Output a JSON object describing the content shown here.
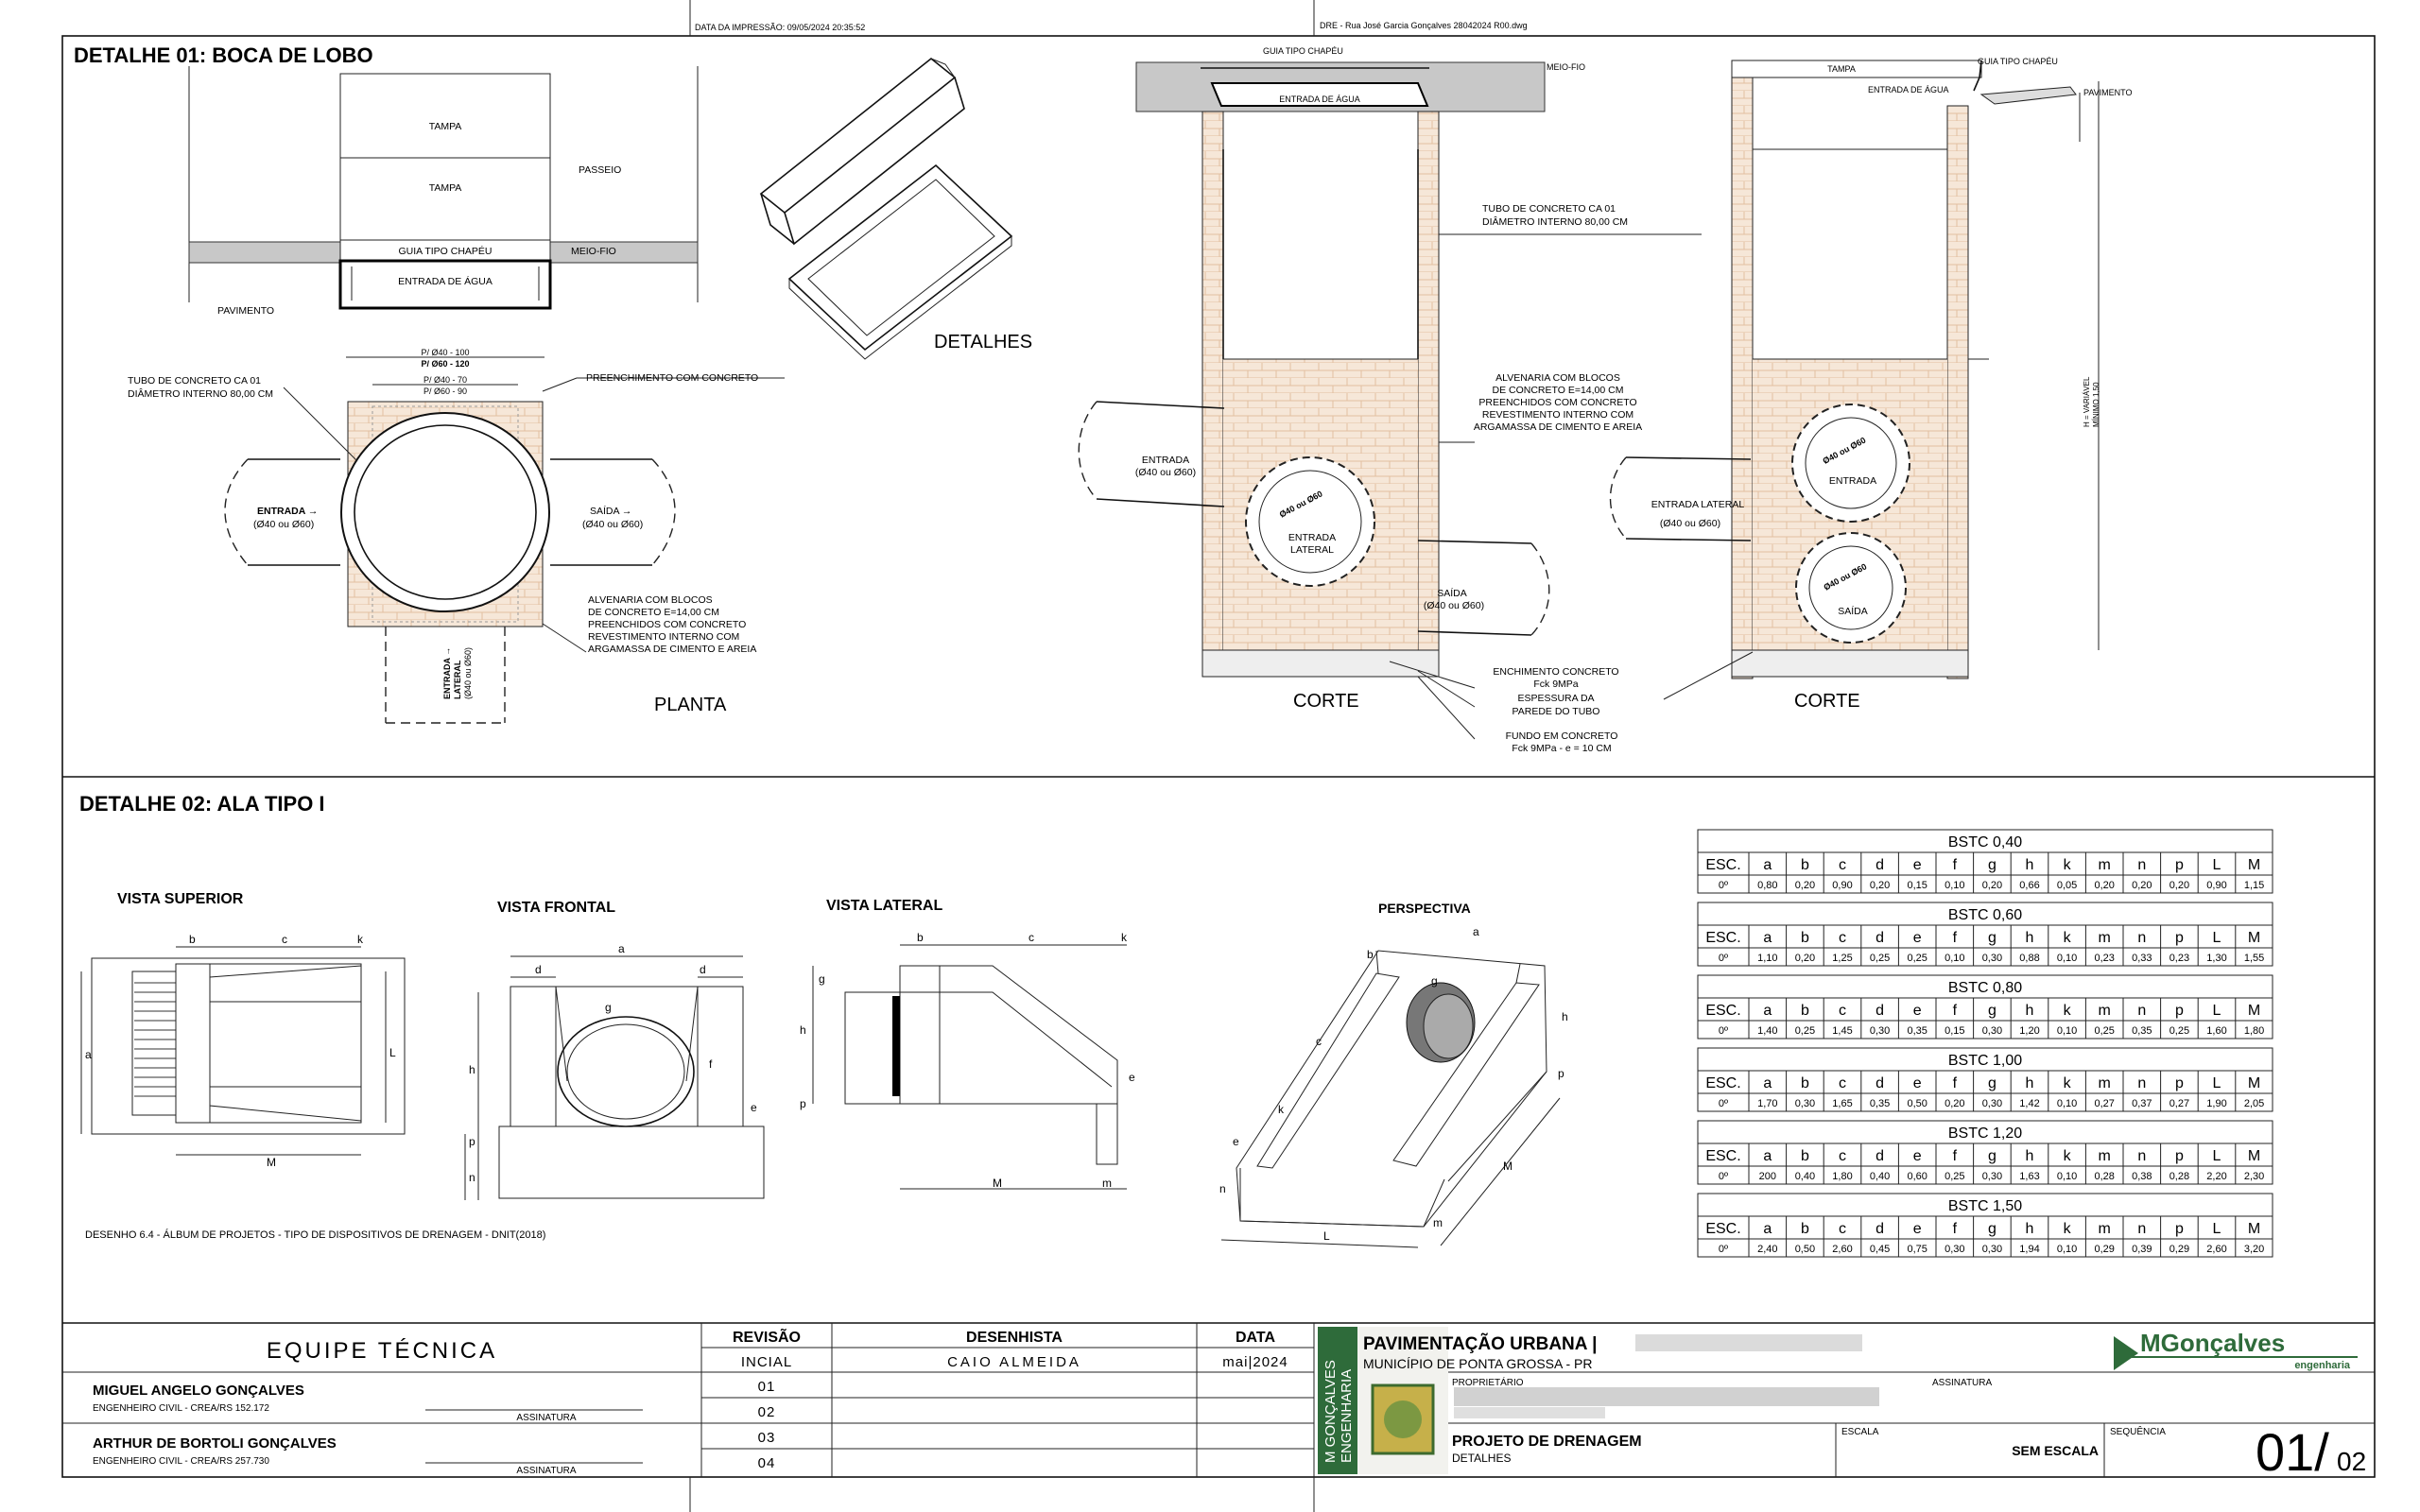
{
  "header": {
    "print_date": "DATA DA IMPRESSÃO: 09/05/2024 20:35:52",
    "file_path": "DRE - Rua José Garcia Gonçalves 28042024 R00.dwg"
  },
  "detail1": {
    "title": "DETALHE 01: BOCA DE LOBO",
    "elev": {
      "tampa1": "TAMPA",
      "tampa2": "TAMPA",
      "passeio": "PASSEIO",
      "guia": "GUIA TIPO CHAPÉU",
      "meio_fio": "MEIO-FIO",
      "entrada_agua": "ENTRADA DE ÁGUA",
      "pavimento": "PAVIMENTO"
    },
    "detalhes_label": "DETALHES",
    "plan": {
      "dim1a": "P/ Ø40 - 100",
      "dim1b": "P/ Ø60 - 120",
      "dim2a": "P/ Ø40 - 70",
      "dim2b": "P/ Ø60 - 90",
      "tubo1": "TUBO DE CONCRETO CA 01",
      "tubo2": "DIÂMETRO INTERNO 80,00 CM",
      "preench": "PREENCHIMENTO COM CONCRETO",
      "entrada1": "ENTRADA →",
      "entrada2": "(Ø40 ou Ø60)",
      "saida1": "SAÍDA →",
      "saida2": "(Ø40 ou Ø60)",
      "alv1": "ALVENARIA COM BLOCOS",
      "alv2": "DE CONCRETO E=14,00 CM",
      "alv3": "PREENCHIDOS COM CONCRETO",
      "alv4": "REVESTIMENTO INTERNO COM",
      "alv5": "ARGAMASSA DE CIMENTO E AREIA",
      "lateral1": "ENTRADA →",
      "lateral2": "LATERAL",
      "lateral3": "(Ø40 ou Ø60)",
      "planta": "PLANTA"
    },
    "corte1": {
      "guia": "GUIA TIPO CHAPÉU",
      "meio_fio": "MEIO-FIO",
      "entrada_agua": "ENTRADA DE ÁGUA",
      "tubo1": "TUBO DE CONCRETO CA 01",
      "tubo2": "DIÂMETRO INTERNO 80,00 CM",
      "alv1": "ALVENARIA COM BLOCOS",
      "alv2": "DE CONCRETO E=14,00 CM",
      "alv3": "PREENCHIDOS COM CONCRETO",
      "alv4": "REVESTIMENTO INTERNO COM",
      "alv5": "ARGAMASSA DE CIMENTO E AREIA",
      "entrada1": "ENTRADA",
      "entrada2": "(Ø40 ou Ø60)",
      "circ1": "Ø40 ou Ø60",
      "circ2a": "ENTRADA",
      "circ2b": "LATERAL",
      "saida1": "SAÍDA",
      "saida2": "(Ø40 ou Ø60)",
      "ench1": "ENCHIMENTO CONCRETO",
      "ench2": "Fck 9MPa",
      "esp1": "ESPESSURA DA",
      "esp2": "PAREDE DO TUBO",
      "fundo1": "FUNDO EM CONCRETO",
      "fundo2": "Fck 9MPa - e = 10 CM",
      "label": "CORTE"
    },
    "corte2": {
      "tampa": "TAMPA",
      "guia": "GUIA TIPO CHAPÉU",
      "entrada_agua": "ENTRADA DE ÁGUA",
      "pavimento": "PAVIMENTO",
      "hvar1": "H = VARIÁVEL",
      "hvar2": "MÍNIMO 1,50",
      "circ": "Ø40 ou Ø60",
      "entrada": "ENTRADA",
      "lateral1": "ENTRADA LATERAL",
      "lateral2": "(Ø40 ou Ø60)",
      "saida": "SAÍDA",
      "label": "CORTE"
    }
  },
  "detail2": {
    "title": "DETALHE 02: ALA TIPO I",
    "views": {
      "superior": "VISTA SUPERIOR",
      "frontal": "VISTA FRONTAL",
      "lateral": "VISTA LATERAL",
      "perspectiva": "PERSPECTIVA"
    },
    "letters": {
      "a": "a",
      "b": "b",
      "c": "c",
      "d": "d",
      "e": "e",
      "f": "f",
      "g": "g",
      "h": "h",
      "k": "k",
      "m": "m",
      "n": "n",
      "p": "p",
      "L": "L",
      "M": "M"
    },
    "source": "DESENHO 6.4 - ÁLBUM DE PROJETOS - TIPO DE DISPOSITIVOS DE DRENAGEM - DNIT(2018)",
    "table": {
      "headers": [
        "ESC.",
        "a",
        "b",
        "c",
        "d",
        "e",
        "f",
        "g",
        "h",
        "k",
        "m",
        "n",
        "p",
        "L",
        "M"
      ],
      "groups": [
        {
          "title": "BSTC 0,40",
          "row": [
            "0º",
            "0,80",
            "0,20",
            "0,90",
            "0,20",
            "0,15",
            "0,10",
            "0,20",
            "0,66",
            "0,05",
            "0,20",
            "0,20",
            "0,20",
            "0,90",
            "1,15"
          ]
        },
        {
          "title": "BSTC 0,60",
          "row": [
            "0º",
            "1,10",
            "0,20",
            "1,25",
            "0,25",
            "0,25",
            "0,10",
            "0,30",
            "0,88",
            "0,10",
            "0,23",
            "0,33",
            "0,23",
            "1,30",
            "1,55"
          ]
        },
        {
          "title": "BSTC 0,80",
          "row": [
            "0º",
            "1,40",
            "0,25",
            "1,45",
            "0,30",
            "0,35",
            "0,15",
            "0,30",
            "1,20",
            "0,10",
            "0,25",
            "0,35",
            "0,25",
            "1,60",
            "1,80"
          ]
        },
        {
          "title": "BSTC 1,00",
          "row": [
            "0º",
            "1,70",
            "0,30",
            "1,65",
            "0,35",
            "0,50",
            "0,20",
            "0,30",
            "1,42",
            "0,10",
            "0,27",
            "0,37",
            "0,27",
            "1,90",
            "2,05"
          ]
        },
        {
          "title": "BSTC 1,20",
          "row": [
            "0º",
            "200",
            "0,40",
            "1,80",
            "0,40",
            "0,60",
            "0,25",
            "0,30",
            "1,63",
            "0,10",
            "0,28",
            "0,38",
            "0,28",
            "2,20",
            "2,30"
          ]
        },
        {
          "title": "BSTC 1,50",
          "row": [
            "0º",
            "2,40",
            "0,50",
            "2,60",
            "0,45",
            "0,75",
            "0,30",
            "0,30",
            "1,94",
            "0,10",
            "0,29",
            "0,39",
            "0,29",
            "2,60",
            "3,20"
          ]
        }
      ]
    }
  },
  "title_block": {
    "equipe": "EQUIPE TÉCNICA",
    "m1_name": "MIGUEL ANGELO GONÇALVES",
    "m1_role": "ENGENHEIRO CIVIL - CREA/RS 152.172",
    "m2_name": "ARTHUR DE BORTOLI GONÇALVES",
    "m2_role": "ENGENHEIRO CIVIL - CREA/RS 257.730",
    "assinatura": "ASSINATURA",
    "rev_head": "REVISÃO",
    "des_head": "DESENHISTA",
    "data_head": "DATA",
    "revs": [
      "INCIAL",
      "01",
      "02",
      "03",
      "04"
    ],
    "desenhista": "CAIO ALMEIDA",
    "data": "mai|2024",
    "vertical_brand1": "M GONÇALVES",
    "vertical_brand2": "ENGENHARIA",
    "project_title": "PAVIMENTAÇÃO URBANA |",
    "municipio": "MUNICÍPIO DE PONTA GROSSA - PR",
    "proprietario": "PROPRIETÁRIO",
    "assinatura2": "ASSINATURA",
    "projeto": "PROJETO DE DRENAGEM",
    "detalhes": "DETALHES",
    "escala_lbl": "ESCALA",
    "escala": "SEM ESCALA",
    "sequencia_lbl": "SEQUÊNCIA",
    "folha": "01/",
    "total": "02",
    "logo1": "MGonçalves",
    "logo2": "engenharia"
  }
}
